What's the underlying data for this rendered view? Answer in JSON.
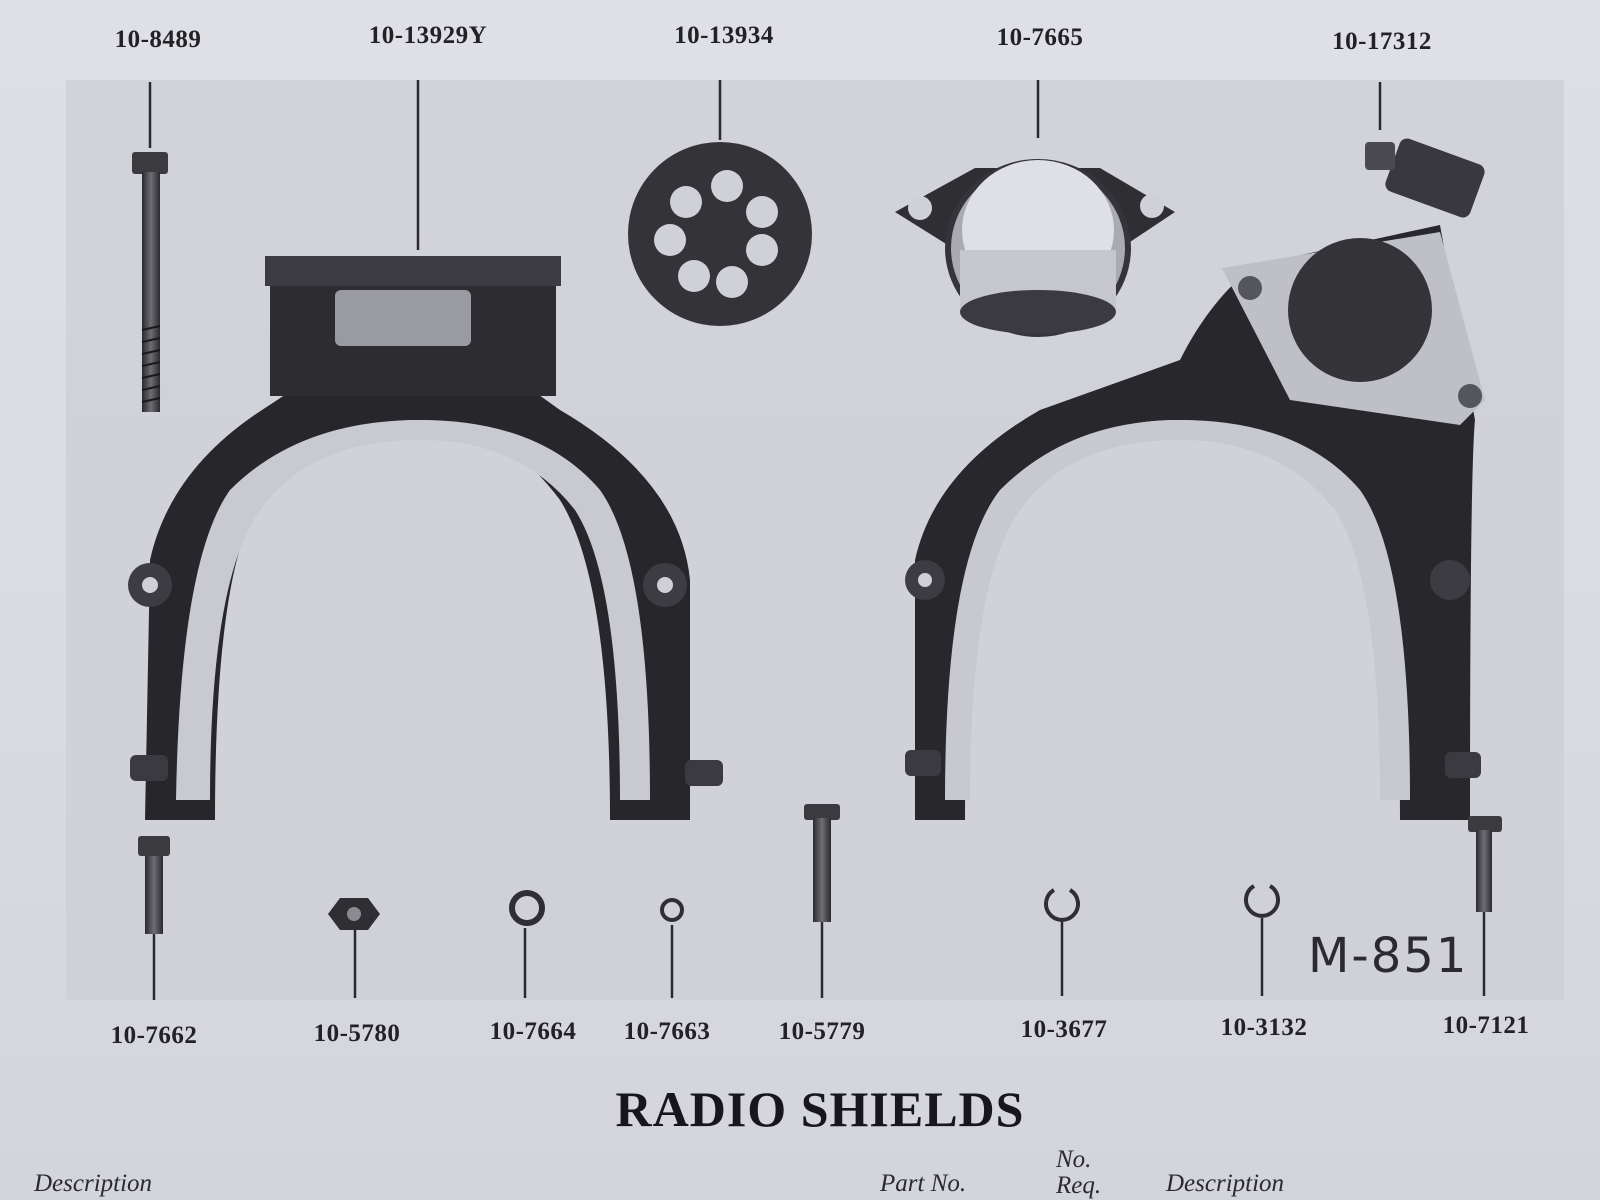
{
  "top_callouts": [
    "10-8489",
    "10-13929Y",
    "10-13934",
    "10-7665",
    "10-17312"
  ],
  "bottom_callouts": [
    "10-7662",
    "10-5780",
    "10-7664",
    "10-7663",
    "10-5779",
    "10-3677",
    "10-3132",
    "10-7121"
  ],
  "figure_code": "M-851",
  "title": "RADIO SHIELDS",
  "table_header": {
    "description_left": "Description",
    "part_no": "Part No.",
    "no_req_line1": "No.",
    "no_req_line2": "Req.",
    "description_right": "Description"
  }
}
